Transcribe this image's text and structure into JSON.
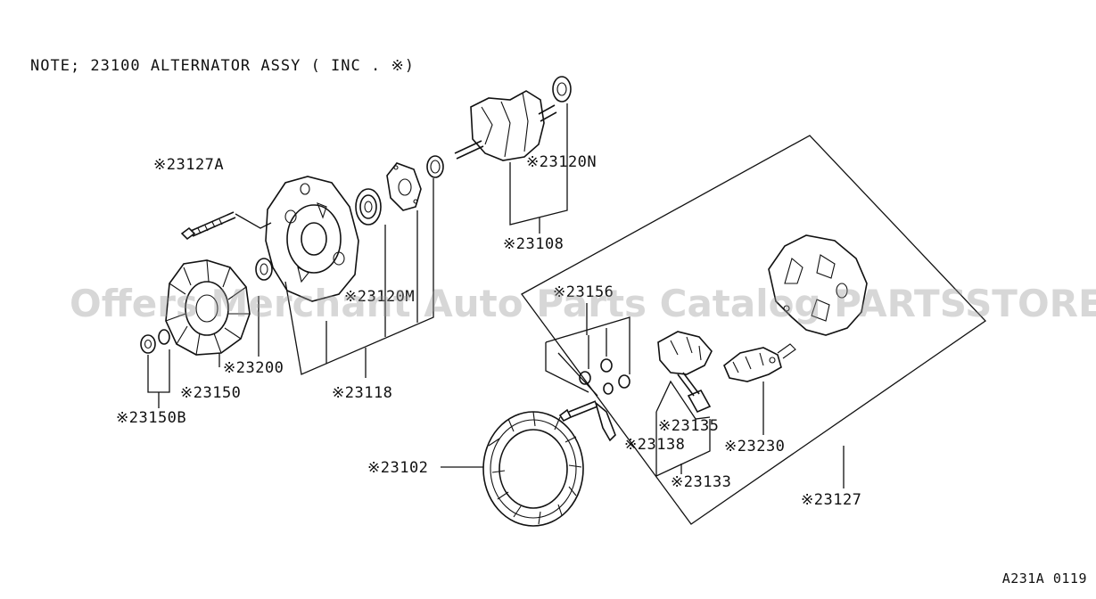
{
  "note": "NOTE; 23100 ALTERNATOR ASSY ( INC . ※)",
  "figure_code": "A231A 0119",
  "watermark": "Offers Merchant Auto Parts Catalog PARTSSTORE.SA",
  "callouts": [
    {
      "id": "23127A",
      "text": "※23127A"
    },
    {
      "id": "23120N",
      "text": "※23120N"
    },
    {
      "id": "23108",
      "text": "※23108"
    },
    {
      "id": "23120M",
      "text": "※23120M"
    },
    {
      "id": "23156",
      "text": "※23156"
    },
    {
      "id": "23200",
      "text": "※23200"
    },
    {
      "id": "23150",
      "text": "※23150"
    },
    {
      "id": "23118",
      "text": "※23118"
    },
    {
      "id": "23150B",
      "text": "※23150B"
    },
    {
      "id": "23135",
      "text": "※23135"
    },
    {
      "id": "23138",
      "text": "※23138"
    },
    {
      "id": "23230",
      "text": "※23230"
    },
    {
      "id": "23102",
      "text": "※23102"
    },
    {
      "id": "23133",
      "text": "※23133"
    },
    {
      "id": "23127",
      "text": "※23127"
    }
  ]
}
